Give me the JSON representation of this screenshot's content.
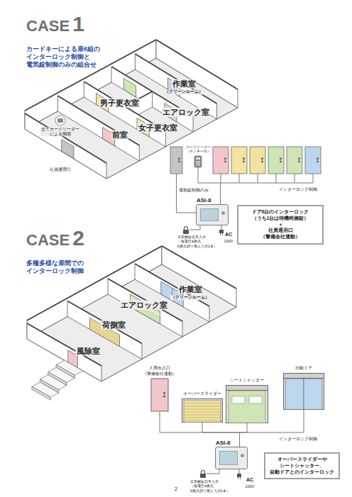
{
  "diagram": {
    "nodes": [
      {
        "text": [
          "カードリーダー （テンキー付）"
        ]
      },
      {
        "text": [
          "ASI-8"
        ]
      },
      {
        "text": [
          "ドア6台のインターロック （うち1台は待機時施錠）",
          "＋",
          "社員通用口 （警備会社連動）"
        ]
      },
      {
        "text": [
          "人用出入口 （警備会社連動）"
        ]
      },
      {
        "text": [
          "オーバースライダー"
        ]
      },
      {
        "text": [
          "シートシャッター"
        ]
      },
      {
        "text": [
          "自動ドア"
        ]
      },
      {
        "text": [
          "ASI-8"
        ]
      },
      {
        "text": [
          "オーバースライダーや シートシャッター、 自動ドアとのインターロック"
        ]
      }
    ],
    "edges": [
      {
        "from": 1,
        "to": 0,
        "arrow": "none"
      },
      {
        "from": 7,
        "to": 3,
        "arrow": "none"
      },
      {
        "from": 7,
        "to": 4,
        "arrow": "none"
      },
      {
        "from": 7,
        "to": 5,
        "arrow": "none"
      },
      {
        "from": 7,
        "to": 6,
        "arrow": "none"
      }
    ],
    "labels": [
      "CASE",
      "1",
      "カードキーによる扉6組の インターロック制御と 電気錠制御のみの組合せ",
      "作業室",
      "（クリーンルーム）",
      "エアロック室",
      "男子更衣室",
      "女子更衣室",
      "前室",
      "社員通用口",
      "全てカードリーダー による開閉",
      "電気錠制御のみ",
      "インターロック制御",
      "非常解錠信号入力 （無電圧a接点、 b接点切り替え入力1本）",
      "AC",
      "100V",
      "CASE",
      "2",
      "多種多様な扉間での インターロック制御",
      "作業室",
      "（クリーンルーム）",
      "エアロック室",
      "荷捌室",
      "風除室",
      "インターロック制御",
      "非常解錠信号入力 （無電圧a接点、 b接点切り替え入力1本）",
      "AC",
      "100V",
      "2"
    ]
  }
}
